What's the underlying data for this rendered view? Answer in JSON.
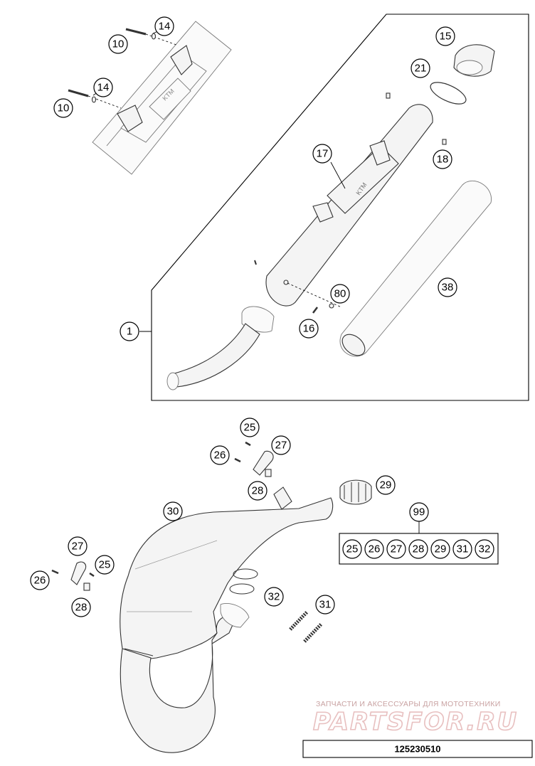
{
  "diagram": {
    "callouts": [
      {
        "id": "c-14a",
        "label": "14"
      },
      {
        "id": "c-10a",
        "label": "10"
      },
      {
        "id": "c-14b",
        "label": "14"
      },
      {
        "id": "c-10b",
        "label": "10"
      },
      {
        "id": "c-15",
        "label": "15"
      },
      {
        "id": "c-21",
        "label": "21"
      },
      {
        "id": "c-18",
        "label": "18"
      },
      {
        "id": "c-17",
        "label": "17"
      },
      {
        "id": "c-38",
        "label": "38"
      },
      {
        "id": "c-80",
        "label": "80"
      },
      {
        "id": "c-16",
        "label": "16"
      },
      {
        "id": "c-1",
        "label": "1"
      },
      {
        "id": "c-25a",
        "label": "25"
      },
      {
        "id": "c-27a",
        "label": "27"
      },
      {
        "id": "c-26a",
        "label": "26"
      },
      {
        "id": "c-28a",
        "label": "28"
      },
      {
        "id": "c-29",
        "label": "29"
      },
      {
        "id": "c-30",
        "label": "30"
      },
      {
        "id": "c-99",
        "label": "99"
      },
      {
        "id": "c-27b",
        "label": "27"
      },
      {
        "id": "c-26b",
        "label": "26"
      },
      {
        "id": "c-25b",
        "label": "25"
      },
      {
        "id": "c-28b",
        "label": "28"
      },
      {
        "id": "c-32",
        "label": "32"
      },
      {
        "id": "c-31",
        "label": "31"
      }
    ],
    "kit_99_parts": [
      "25",
      "26",
      "27",
      "28",
      "29",
      "31",
      "32"
    ],
    "watermark": {
      "tagline": "ЗАПЧАСТИ И АКСЕССУАРЫ ДЛЯ МОТОТЕХНИКИ",
      "brand": "PARTSFOR.RU"
    },
    "diagram_code": "125230510"
  }
}
